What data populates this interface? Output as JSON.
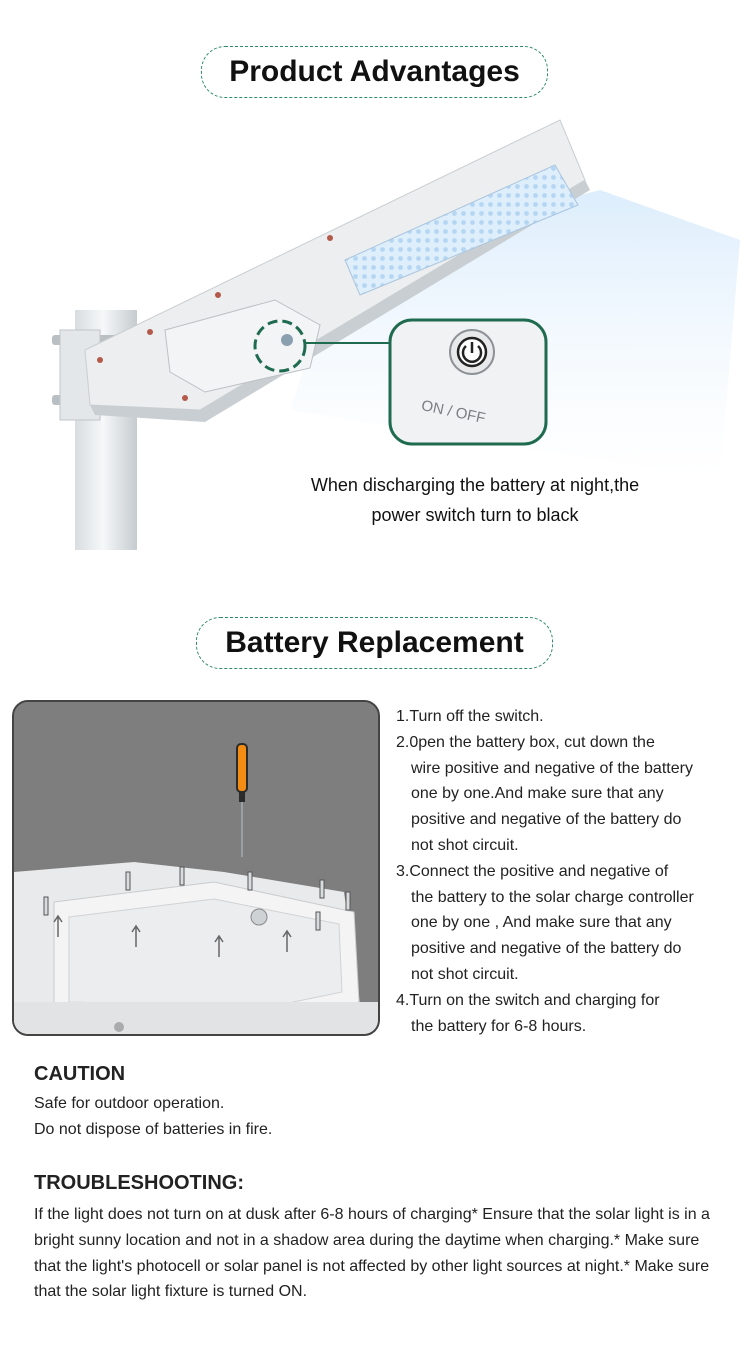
{
  "section1": {
    "title": "Product Advantages",
    "switch_label": "ON / OFF",
    "caption_line1": "When discharging the battery at night,the",
    "caption_line2": "power switch turn to black"
  },
  "section2": {
    "title": "Battery Replacement",
    "steps": [
      {
        "first": "1.Turn off the switch.",
        "rest": []
      },
      {
        "first": "2.0pen the battery box, cut down the",
        "rest": [
          "wire positive and negative of the battery",
          "one by one.And make sure that any",
          "positive and negative of the battery do",
          "not shot circuit."
        ]
      },
      {
        "first": "3.Connect the positive and negative of",
        "rest": [
          "the battery to the solar charge controller",
          "one by one , And make sure that any",
          "positive and negative of the battery do",
          "not shot circuit."
        ]
      },
      {
        "first": "4.Turn on the switch and charging for",
        "rest": [
          "the battery for 6-8 hours."
        ]
      }
    ]
  },
  "caution": {
    "heading": "CAUTION",
    "line1": "Safe for outdoor operation.",
    "line2": "Do not dispose of batteries in fire."
  },
  "troubleshooting": {
    "heading": "TROUBLESHOOTING:",
    "body": "If the light does not turn on at dusk after 6-8 hours of charging* Ensure that the solar light is in a bright sunny location and not in a shadow area during the daytime when charging.* Make sure that the light's photocell or solar panel is not affected by other light sources at night.* Make sure that the solar light fixture is turned ON."
  },
  "colors": {
    "accent": "#2e8a6a",
    "callout_border": "#1f6b4f"
  }
}
